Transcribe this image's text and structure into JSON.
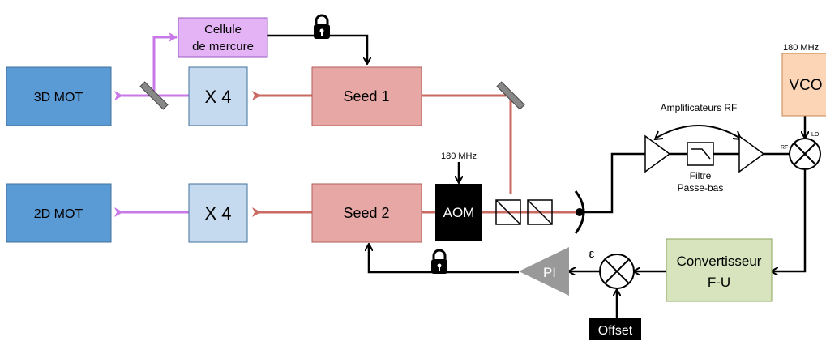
{
  "blocks": {
    "mot3d": "3D MOT",
    "mot2d": "2D MOT",
    "x4_top": "X 4",
    "x4_bottom": "X 4",
    "seed1": "Seed 1",
    "seed2": "Seed 2",
    "aom": "AOM",
    "vco": "VCO",
    "pi": "PI",
    "offset": "Offset"
  },
  "cellule": {
    "line1": "Cellule",
    "line2": "de mercure"
  },
  "convertisseur": {
    "line1": "Convertisseur",
    "line2": "F-U"
  },
  "labels": {
    "aom_freq": "180 MHz",
    "vco_freq": "180 MHz",
    "amplificateurs": "Amplificateurs RF",
    "filtre_line1": "Filtre",
    "filtre_line2": "Passe-bas",
    "epsilon": "ε",
    "rf_port": "RF",
    "lo_port": "LO"
  },
  "colors": {
    "mot_fill": "#5b9bd5",
    "x4_fill": "#c5d9ef",
    "seed_fill": "#e6a7a5",
    "seed_beam": "#c96a63",
    "cellule_fill": "#e4b3f6",
    "uv_beam": "#c978e8",
    "vco_fill": "#fbd5b5",
    "convertisseur_fill": "#d7e4bd",
    "pi_fill": "#999999",
    "dark_fill": "#000000"
  }
}
